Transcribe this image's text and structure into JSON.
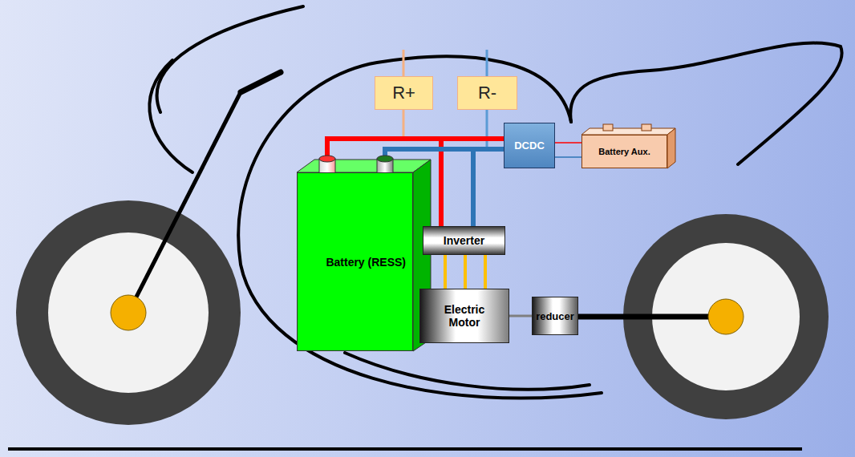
{
  "diagram": {
    "nodes": [
      {
        "text": [
          "R+"
        ]
      },
      {
        "text": [
          "R-"
        ]
      },
      {
        "text": [
          "DCDC"
        ]
      },
      {
        "text": [
          "Battery Aux."
        ]
      },
      {
        "text": [
          "Battery (RESS)"
        ]
      },
      {
        "text": [
          "Inverter"
        ]
      },
      {
        "text": [
          "Electric Motor"
        ]
      },
      {
        "text": [
          "reducer"
        ]
      }
    ],
    "edges": [
      {
        "from": 0,
        "to": 4,
        "arrow": "none"
      },
      {
        "from": 1,
        "to": 4,
        "arrow": "none"
      },
      {
        "from": 4,
        "to": 2,
        "arrow": "none"
      },
      {
        "from": 4,
        "to": 2,
        "arrow": "none"
      },
      {
        "from": 4,
        "to": 5,
        "arrow": "none"
      },
      {
        "from": 4,
        "to": 5,
        "arrow": "none"
      },
      {
        "from": 2,
        "to": 3,
        "arrow": "none"
      },
      {
        "from": 2,
        "to": 3,
        "arrow": "none"
      },
      {
        "from": 5,
        "to": 6,
        "arrow": "none"
      },
      {
        "from": 5,
        "to": 6,
        "arrow": "none"
      },
      {
        "from": 5,
        "to": 6,
        "arrow": "none"
      },
      {
        "from": 6,
        "to": 7,
        "arrow": "none"
      }
    ]
  }
}
